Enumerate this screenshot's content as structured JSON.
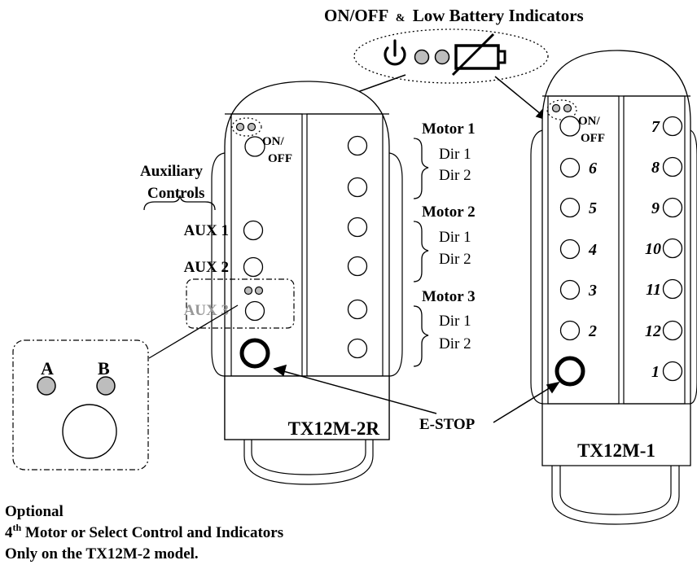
{
  "header": {
    "title": "ON/OFF",
    "title_amp": "&",
    "title_rest": "Low Battery Indicators"
  },
  "left_remote": {
    "model": "TX12M-2R",
    "power_label_1": "ON/",
    "power_label_2": "OFF",
    "aux_heading_1": "Auxiliary",
    "aux_heading_2": "Controls",
    "aux_labels": [
      "AUX 1",
      "AUX 2",
      "AUX 3"
    ],
    "motors": [
      {
        "name": "Motor 1",
        "dir1": "Dir 1",
        "dir2": "Dir 2"
      },
      {
        "name": "Motor 2",
        "dir1": "Dir 1",
        "dir2": "Dir 2"
      },
      {
        "name": "Motor 3",
        "dir1": "Dir 1",
        "dir2": "Dir 2"
      }
    ]
  },
  "right_remote": {
    "model": "TX12M-1",
    "power_label_1": "ON/",
    "power_label_2": "OFF",
    "left_numbers": [
      "6",
      "5",
      "4",
      "3",
      "2"
    ],
    "right_numbers": [
      "7",
      "8",
      "9",
      "10",
      "11",
      "12",
      "1"
    ]
  },
  "estop_label": "E-STOP",
  "inset": {
    "label_a": "A",
    "label_b": "B"
  },
  "footer": {
    "line1": "Optional",
    "line2_num": "4",
    "line2_sup": "th",
    "line2_rest": " Motor or Select Control and Indicators",
    "line3": "Only on the TX12M-2 model."
  },
  "colors": {
    "indicator": "#bdbdbd",
    "aux3": "#999999",
    "stroke": "#000000"
  }
}
